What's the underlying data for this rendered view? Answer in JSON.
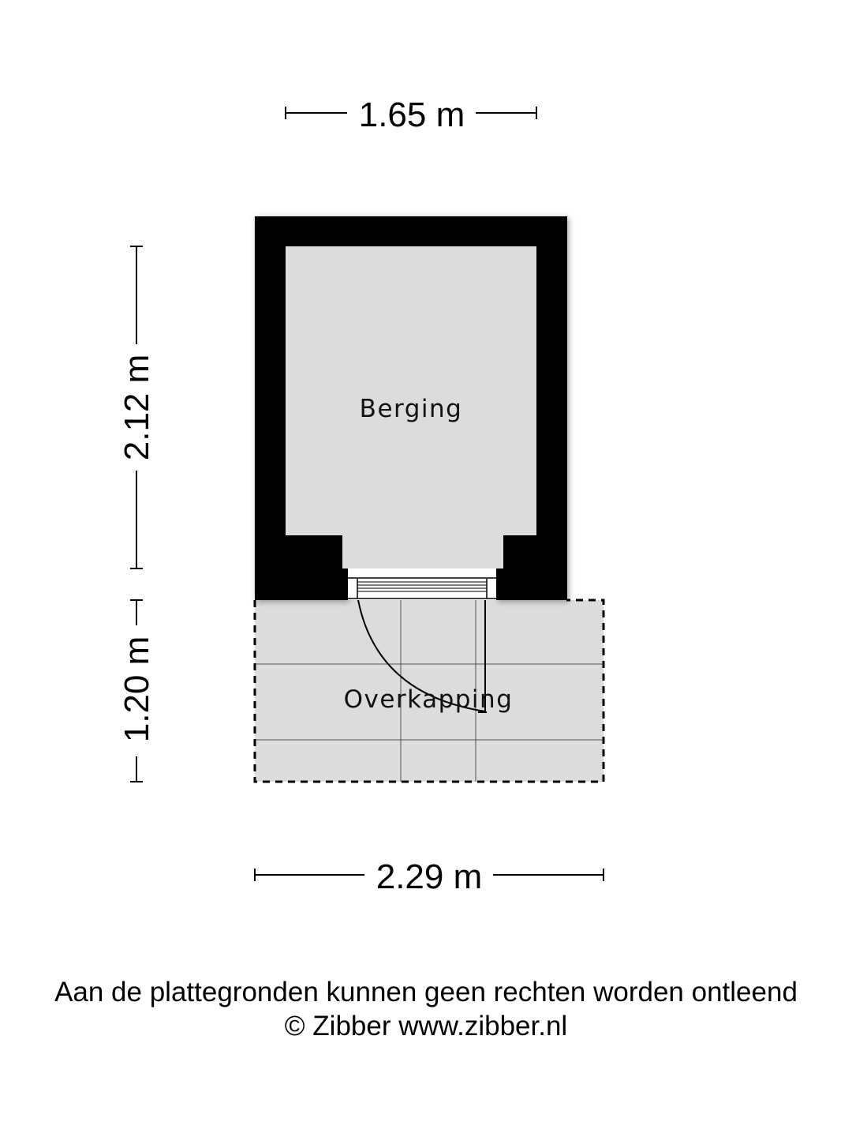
{
  "dimensions": {
    "top_width": "1.65 m",
    "left_upper_height": "2.12 m",
    "left_lower_height": "1.20 m",
    "bottom_width": "2.29 m"
  },
  "rooms": {
    "storage": "Berging",
    "canopy": "Overkapping"
  },
  "colors": {
    "wall": "#000000",
    "floor": "#dcdcdc",
    "background": "#ffffff"
  },
  "footer": {
    "disclaimer": "Aan de plattegronden kunnen geen rechten worden ontleend",
    "copyright": "© Zibber www.zibber.nl"
  }
}
